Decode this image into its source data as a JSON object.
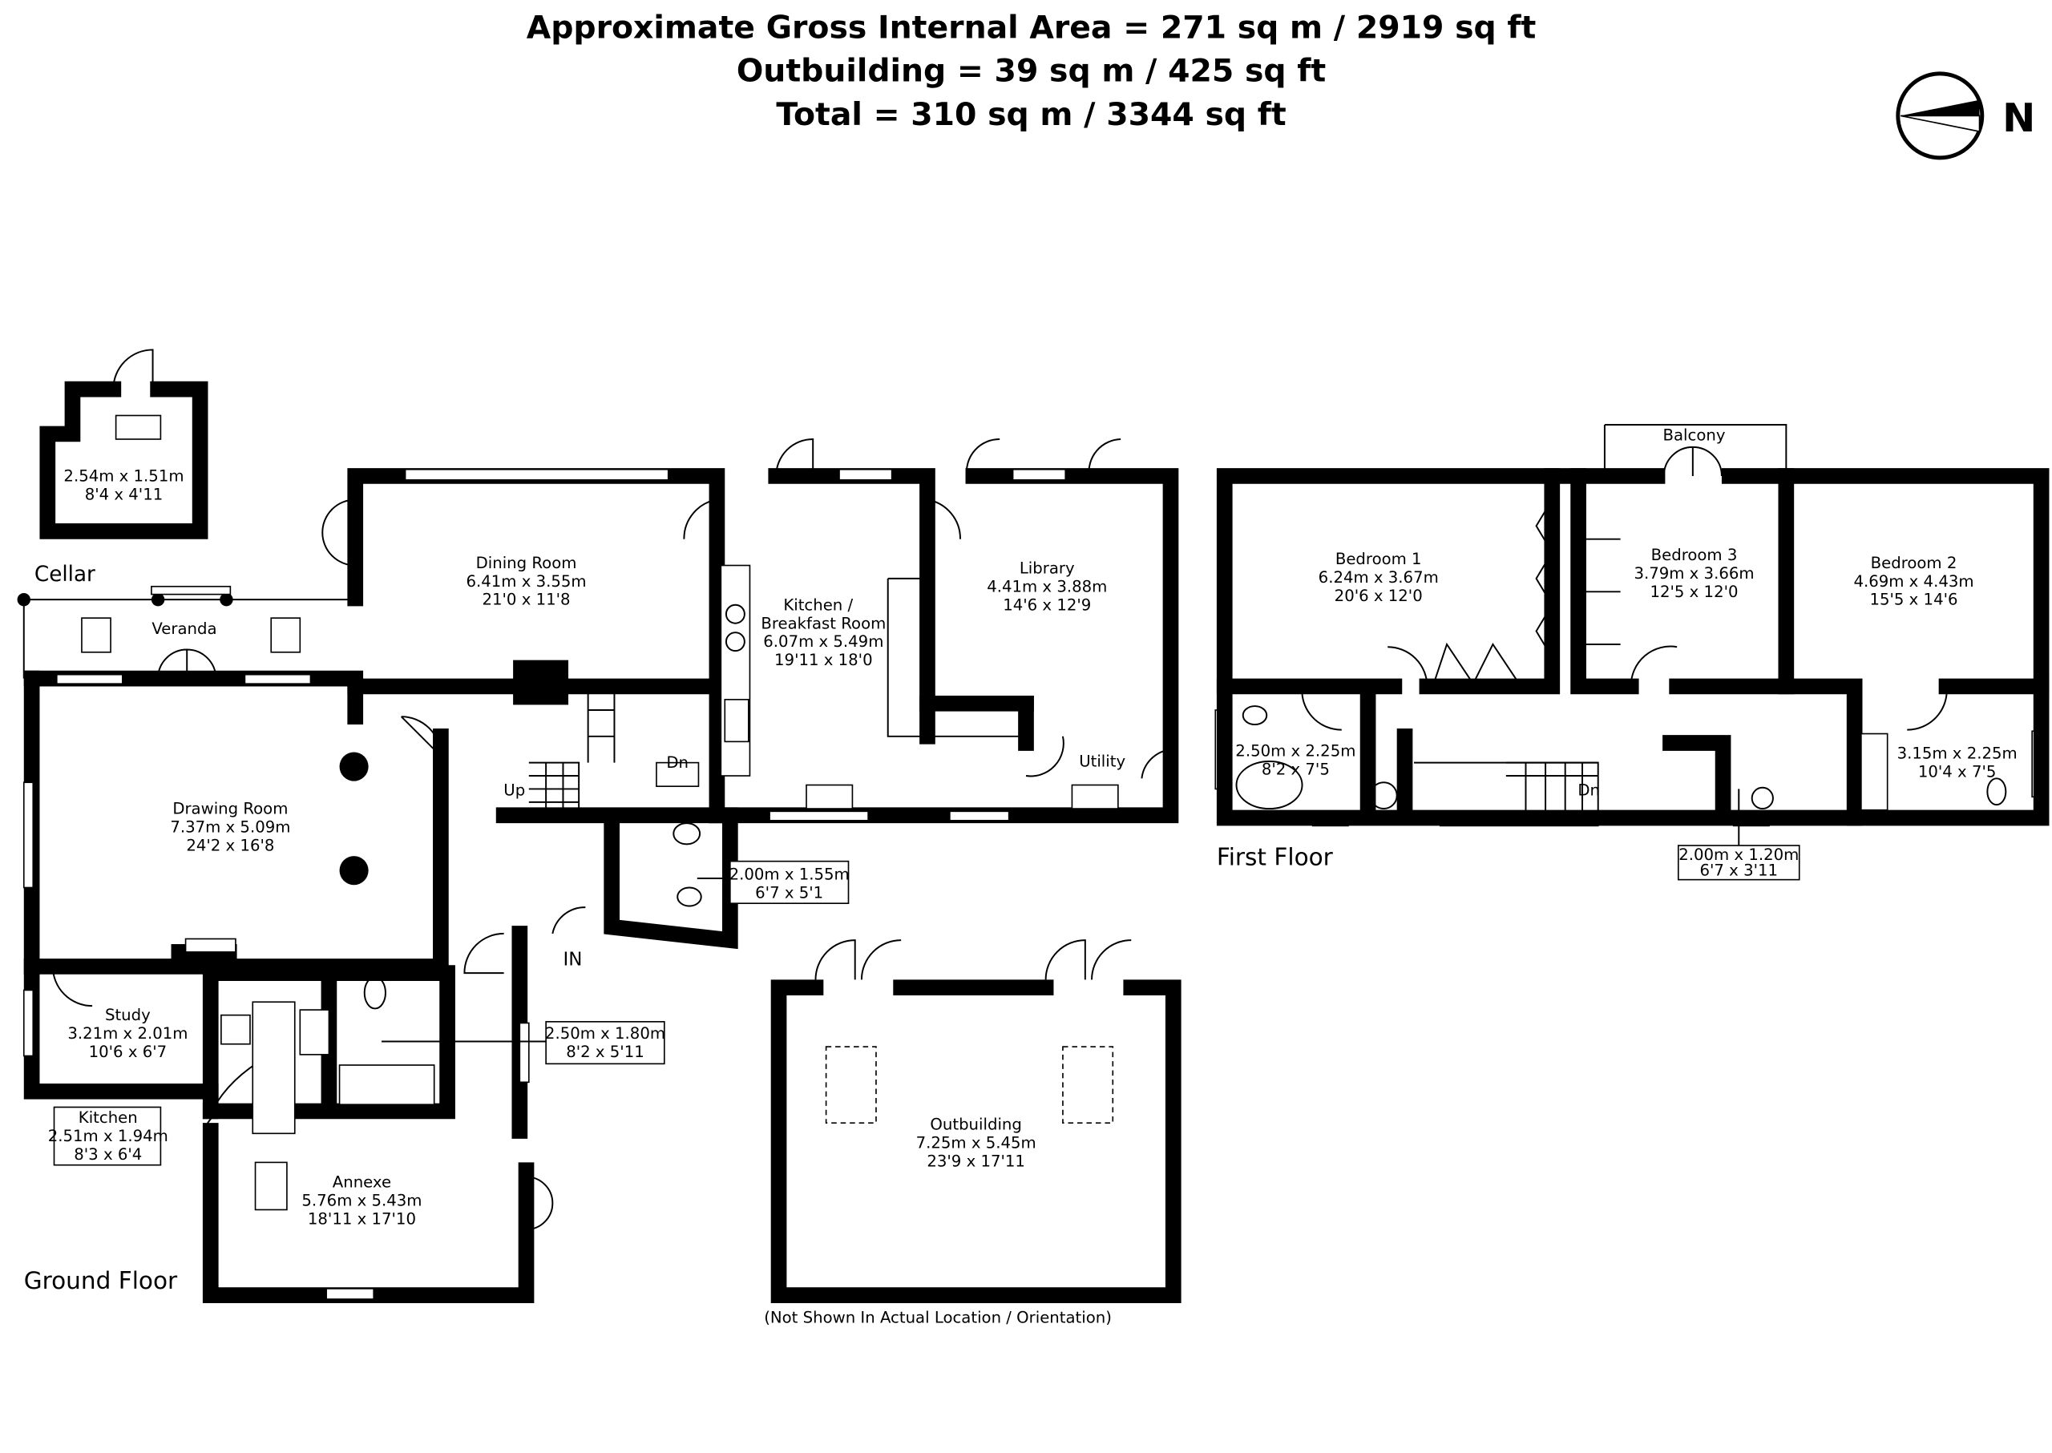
{
  "header": {
    "line1": "Approximate Gross Internal Area = 271 sq m / 2919 sq ft",
    "line2": "Outbuilding = 39 sq m / 425 sq ft",
    "line3": "Total = 310 sq m / 3344 sq ft"
  },
  "compass": {
    "label": "N",
    "icon": "north-arrow-icon"
  },
  "floors": {
    "ground": "Ground Floor",
    "first": "First Floor",
    "cellar": "Cellar"
  },
  "rooms": {
    "cellar": {
      "metric": "2.54m x 1.51m",
      "imperial": "8'4 x 4'11"
    },
    "veranda": {
      "name": "Veranda"
    },
    "dining": {
      "name": "Dining Room",
      "metric": "6.41m x 3.55m",
      "imperial": "21'0 x 11'8"
    },
    "kitchen_breakfast": {
      "name1": "Kitchen /",
      "name2": "Breakfast Room",
      "metric": "6.07m x 5.49m",
      "imperial": "19'11 x 18'0"
    },
    "library": {
      "name": "Library",
      "metric": "4.41m x 3.88m",
      "imperial": "14'6 x 12'9"
    },
    "utility": {
      "name": "Utility"
    },
    "drawing": {
      "name": "Drawing Room",
      "metric": "7.37m x 5.09m",
      "imperial": "24'2 x 16'8"
    },
    "cloakroom": {
      "metric": "2.00m x 1.55m",
      "imperial": "6'7 x 5'1"
    },
    "study": {
      "name": "Study",
      "metric": "3.21m x 2.01m",
      "imperial": "10'6 x 6'7"
    },
    "annexe_kitchen": {
      "name": "Kitchen",
      "metric": "2.51m x 1.94m",
      "imperial": "8'3 x 6'4"
    },
    "annexe_bath": {
      "metric": "2.50m x 1.80m",
      "imperial": "8'2 x 5'11"
    },
    "annexe": {
      "name": "Annexe",
      "metric": "5.76m x 5.43m",
      "imperial": "18'11 x 17'10"
    },
    "outbuilding": {
      "name": "Outbuilding",
      "metric": "7.25m x 5.45m",
      "imperial": "23'9 x 17'11"
    },
    "bedroom1": {
      "name": "Bedroom 1",
      "metric": "6.24m x 3.67m",
      "imperial": "20'6 x 12'0"
    },
    "bedroom3": {
      "name": "Bedroom 3",
      "metric": "3.79m x 3.66m",
      "imperial": "12'5 x 12'0"
    },
    "bedroom2": {
      "name": "Bedroom 2",
      "metric": "4.69m x 4.43m",
      "imperial": "15'5 x 14'6"
    },
    "ensuite1": {
      "metric": "2.50m x 2.25m",
      "imperial": "8'2 x 7'5"
    },
    "shower": {
      "metric": "2.00m x 1.20m",
      "imperial": "6'7 x 3'11"
    },
    "bathroom": {
      "metric": "3.15m x 2.25m",
      "imperial": "10'4 x 7'5"
    },
    "balcony": {
      "name": "Balcony"
    }
  },
  "labels": {
    "up": "Up",
    "dn_ground": "Dn",
    "dn_first": "Dn",
    "entrance": "IN",
    "outbuilding_note": "(Not Shown In Actual Location / Orientation)"
  }
}
